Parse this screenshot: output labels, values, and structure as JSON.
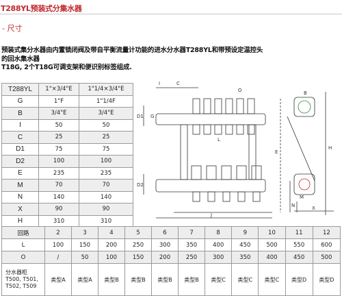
{
  "header": {
    "title": "T288YL预装式分集水器",
    "section": "- 尺寸"
  },
  "description": [
    "预装式集分水器由内置锁闭阀及带自平衡流量计功能的进水分水器T288YL和带预设定温控头",
    "的回水集水器",
    "T18G, 2个T18G可调支架和便识别标签组成."
  ],
  "spec_table": {
    "columns": [
      "T288YL",
      "1\"×3/4\"E",
      "1\"1/4×3/4\"E"
    ],
    "rows": [
      [
        "G",
        "1\"F",
        "1\"1/4F"
      ],
      [
        "B",
        "3/4\"E",
        "3/4\"E"
      ],
      [
        "I",
        "50",
        "50"
      ],
      [
        "C",
        "25",
        "25"
      ],
      [
        "D1",
        "75",
        "75"
      ],
      [
        "D2",
        "100",
        "100"
      ],
      [
        "E",
        "235",
        "235"
      ],
      [
        "M",
        "70",
        "70"
      ],
      [
        "N",
        "140",
        "140"
      ],
      [
        "X",
        "90",
        "90"
      ],
      [
        "H",
        "310",
        "310"
      ]
    ]
  },
  "loop_table": {
    "header": [
      "回路",
      "2",
      "3",
      "4",
      "5",
      "6",
      "7",
      "8",
      "9",
      "10",
      "11",
      "12"
    ],
    "rows": [
      [
        "L",
        "100",
        "150",
        "200",
        "250",
        "300",
        "350",
        "400",
        "450",
        "500",
        "550",
        "600"
      ],
      [
        "O",
        "/",
        "50",
        "100",
        "150",
        "200",
        "250",
        "300",
        "350",
        "400",
        "450",
        "500"
      ]
    ],
    "types_label": [
      "分水器柜",
      "T500, T501,",
      "T502, T509"
    ],
    "types": [
      "类型A",
      "类型A",
      "类型B",
      "类型B",
      "类型B",
      "类型B",
      "类型C",
      "类型C",
      "类型C",
      "类型D",
      "类型D"
    ]
  },
  "drawing": {
    "labels": [
      "I",
      "C",
      "G",
      "L",
      "D1",
      "O",
      "B",
      "E",
      "H",
      "M",
      "D2",
      "N",
      "J",
      "X"
    ]
  },
  "colors": {
    "title": "#c0282e",
    "border": "#9a9a9a",
    "header_bg": "#eeeeee"
  }
}
